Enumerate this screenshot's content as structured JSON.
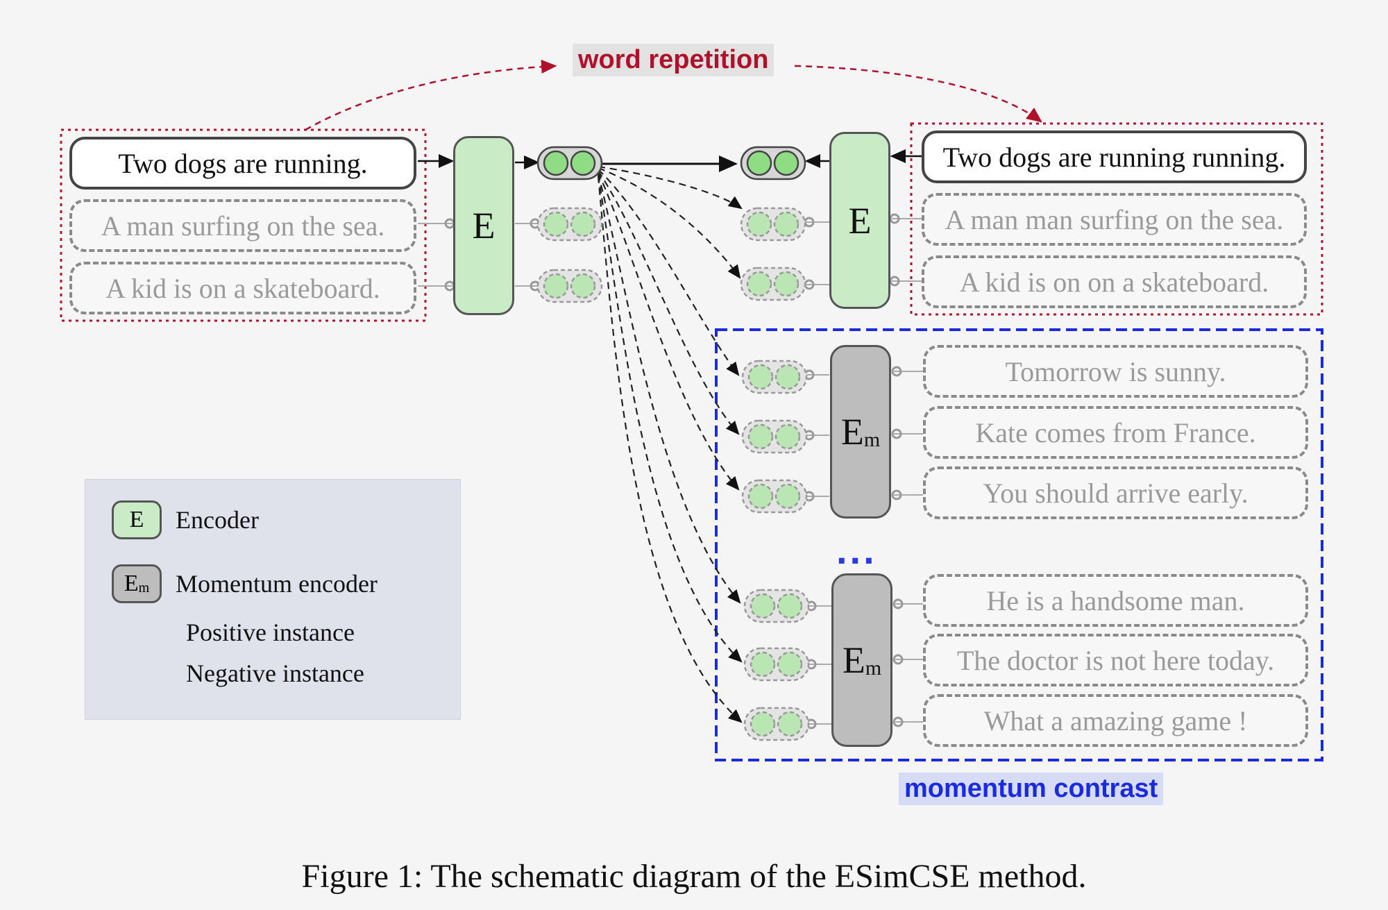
{
  "labels": {
    "word_repetition": "word repetition",
    "momentum_contrast": "momentum contrast",
    "encoder_letter": "E",
    "momentum_letter": "E",
    "momentum_sub": "m",
    "ellipsis": "...",
    "caption": "Figure 1: The schematic diagram of the ESimCSE method."
  },
  "left_sentences": {
    "positive": "Two dogs are running.",
    "neg1": "A man surfing on the sea.",
    "neg2": "A kid is on a skateboard."
  },
  "right_sentences": {
    "positive": "Two dogs are running running.",
    "neg1": "A man man surfing on the sea.",
    "neg2": "A kid is on on a skateboard."
  },
  "momentum_group1": [
    "Tomorrow is sunny.",
    "Kate comes from France.",
    "You should arrive early."
  ],
  "momentum_group2": [
    "He is a handsome man.",
    "The doctor is not here today.",
    "What a amazing game !"
  ],
  "legend": {
    "encoder_icon": "E",
    "encoder_label": "Encoder",
    "momentum_icon": "E",
    "momentum_icon_sub": "m",
    "momentum_label": "Momentum encoder",
    "positive_label": "Positive instance",
    "negative_label": "Negative instance"
  },
  "colors": {
    "encoder": "#c9ebc6",
    "momentum_encoder": "#bdbdbd",
    "embedding": "#8fdc84",
    "word_repetition": "#b0102a",
    "momentum_contrast": "#1a2ae0"
  }
}
